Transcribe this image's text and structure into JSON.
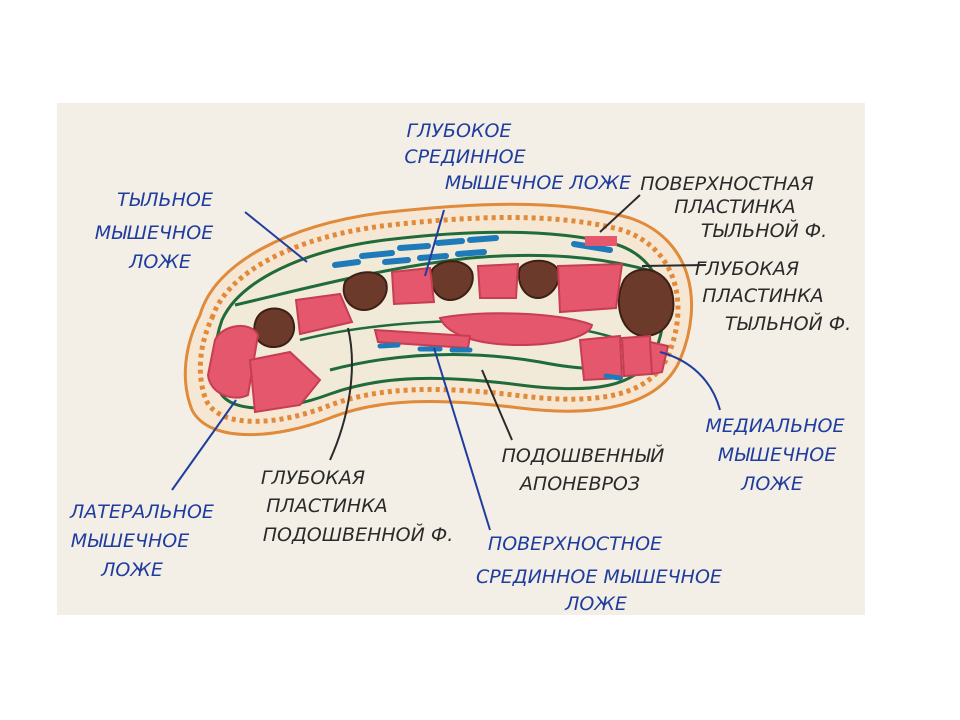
{
  "colors": {
    "background": "#ffffff",
    "paper": "#f3efe6",
    "label_blue": "#1f3d9e",
    "label_dark": "#2a2a2a",
    "fascia_green": "#1f6b3a",
    "skin_orange": "#e08a3a",
    "muscle_red": "#e4576c",
    "bone_brown": "#6b3a2a",
    "vessel_blue": "#1e7ab8"
  },
  "labels": {
    "deep_median": [
      "ГЛУБОКОЕ",
      "СРЕДИННОЕ",
      "МЫШЕЧНОЕ ЛОЖЕ"
    ],
    "dorsal": [
      "ТЫЛЬНОЕ",
      "МЫШЕЧНОЕ",
      "ЛОЖЕ"
    ],
    "superficial_dorsal_plate": [
      "ПОВЕРХНОСТНАЯ",
      "ПЛАСТИНКА",
      "ТЫЛЬНОЙ Ф."
    ],
    "deep_dorsal_plate": [
      "ГЛУБОКАЯ",
      "ПЛАСТИНКА",
      "ТЫЛЬНОЙ Ф."
    ],
    "medial": [
      "МЕДИАЛЬНОЕ",
      "МЫШЕЧНОЕ",
      "ЛОЖЕ"
    ],
    "plantar_aponeurosis": [
      "ПОДОШВЕННЫЙ",
      "АПОНЕВРОЗ"
    ],
    "deep_plantar_plate": [
      "ГЛУБОКАЯ",
      "ПЛАСТИНКА",
      "ПОДОШВЕННОЙ Ф."
    ],
    "lateral": [
      "ЛАТЕРАЛЬНОЕ",
      "МЫШЕЧНОЕ",
      "ЛОЖЕ"
    ],
    "superficial_median": [
      "ПОВЕРХНОСТНОЕ",
      "СРЕДИННОЕ МЫШЕЧНОЕ",
      "ЛОЖЕ"
    ]
  }
}
